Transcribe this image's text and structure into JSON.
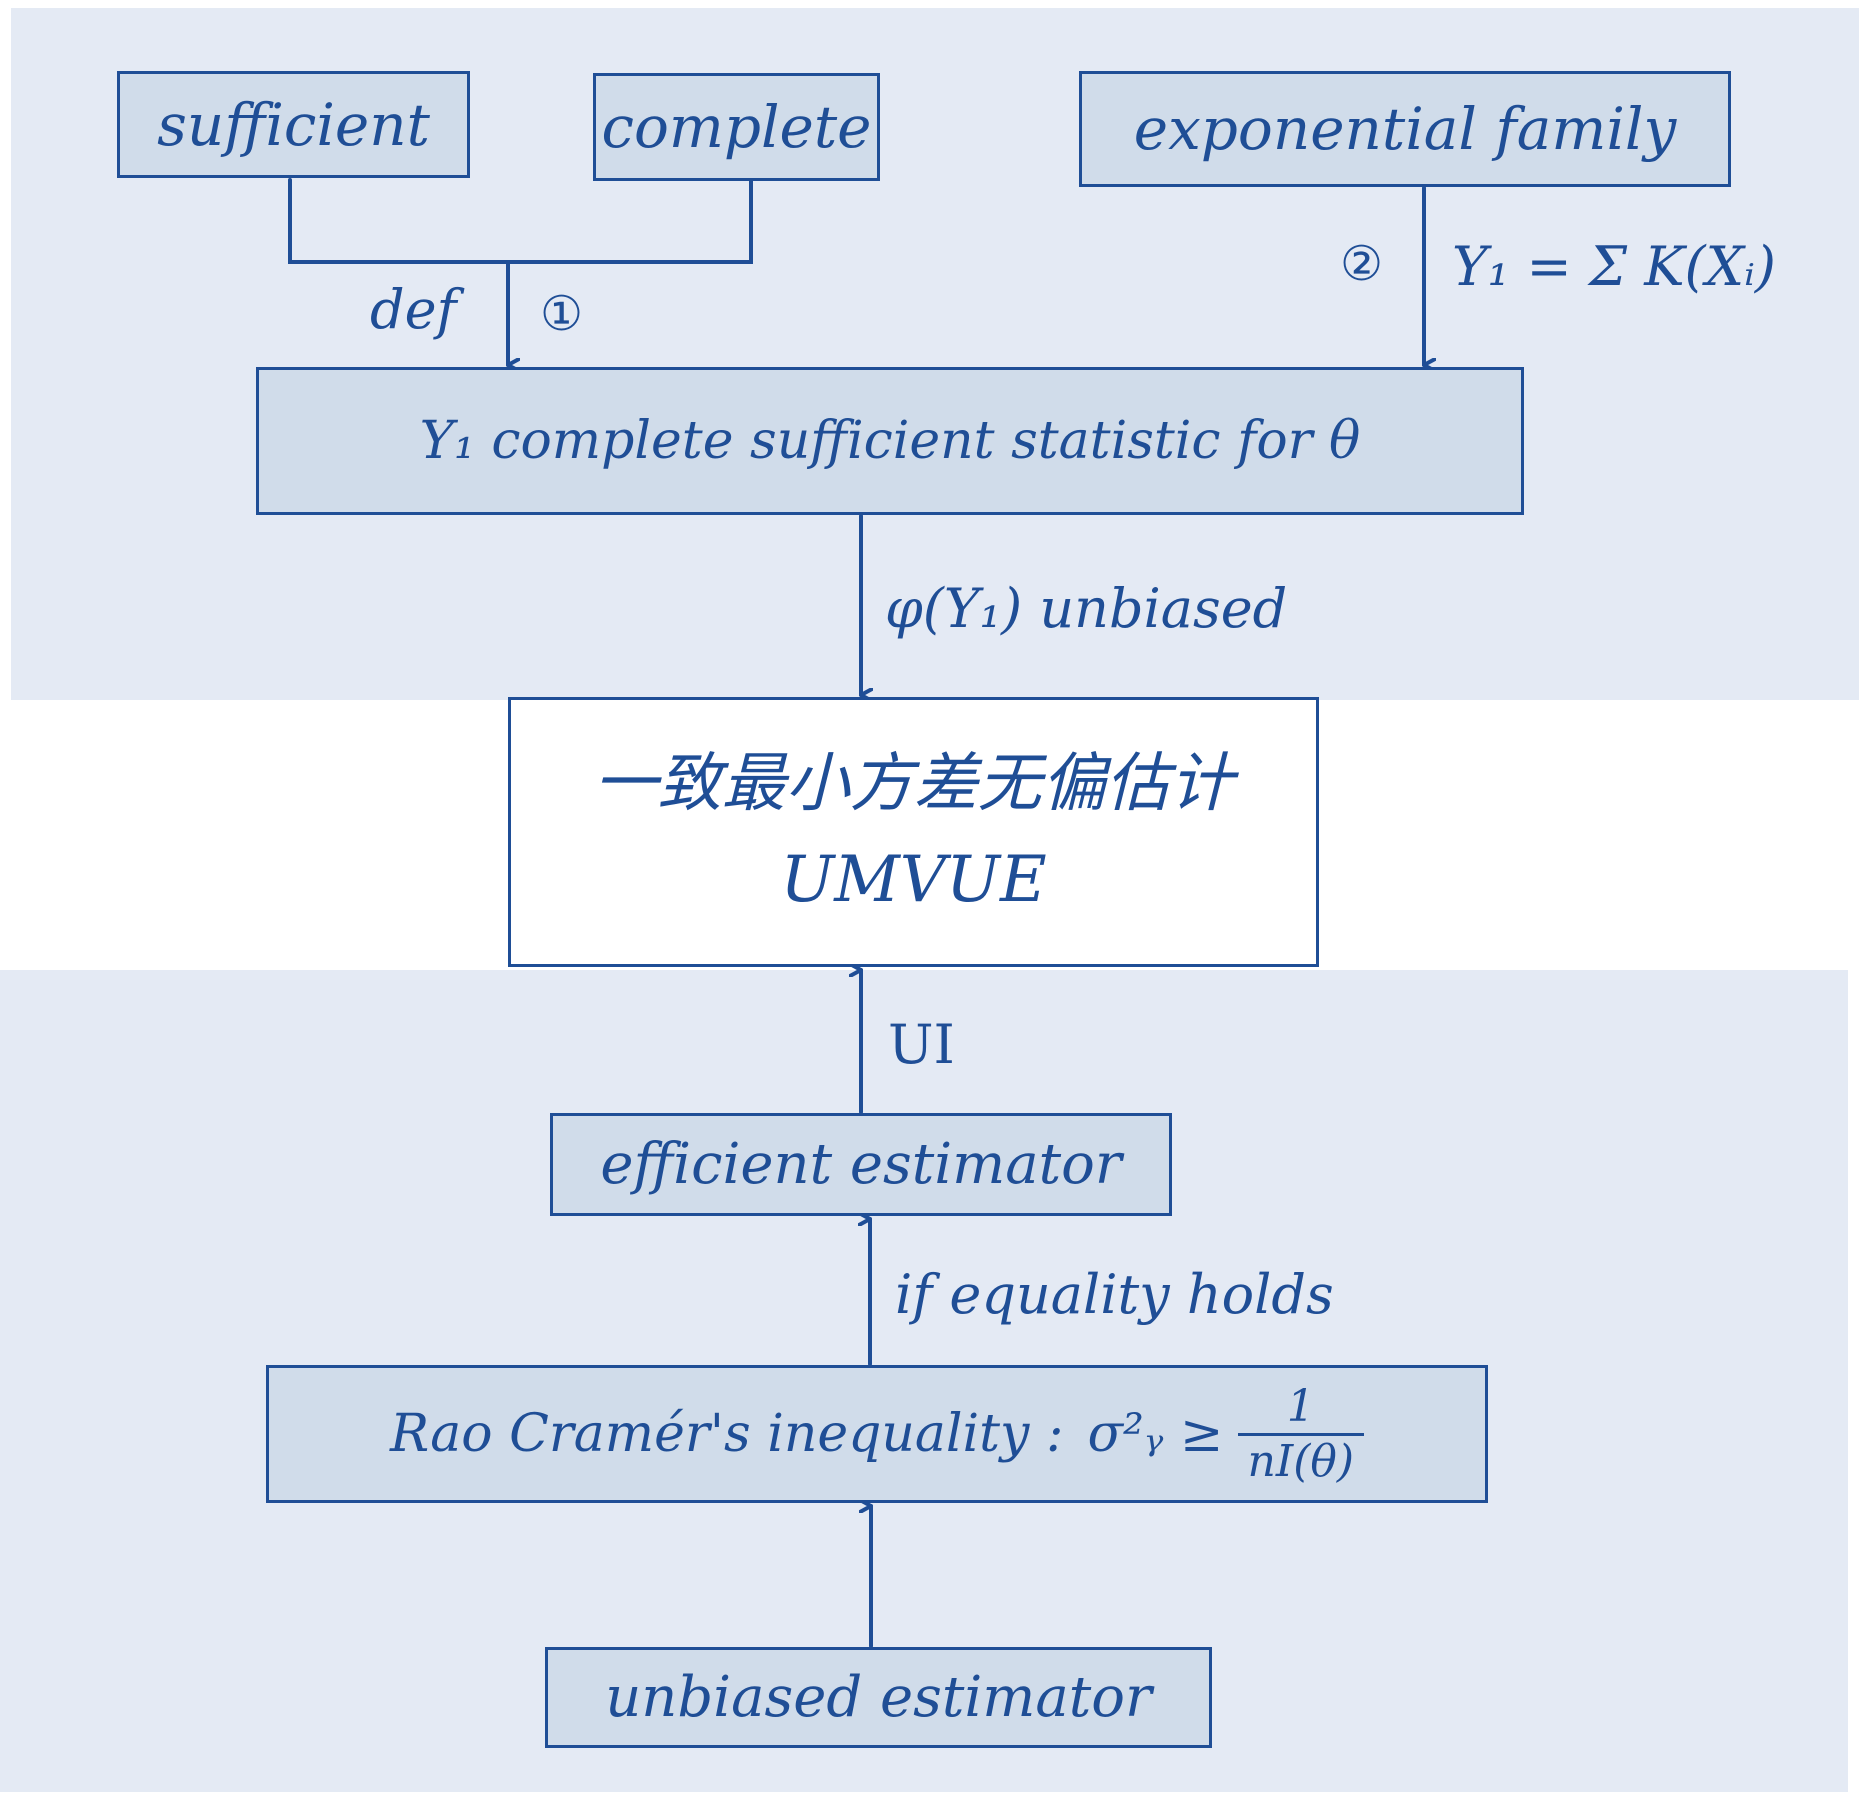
{
  "colors": {
    "ink": "#1f4e96",
    "panel_background": "#e4eaf4",
    "box_fill": "#d0dcea",
    "page_background": "#ffffff"
  },
  "boxes": {
    "sufficient": "sufficient",
    "complete": "complete",
    "exponential_family": "exponential family",
    "y1_statistic": "Y₁ complete sufficient statistic for θ",
    "umvue": {
      "chinese": "一致最小方差无偏估计",
      "abbr": "UMVUE"
    },
    "efficient_estimator": "efficient estimator",
    "rao_cramer": {
      "text": "Rao Cramér's inequality :",
      "lhs": "σ²ᵧ ≥",
      "numerator": "1",
      "denominator": "nI(θ)"
    },
    "unbiased_estimator": "unbiased estimator"
  },
  "edge_labels": {
    "def": "def",
    "step1": "①",
    "step2": "②",
    "y1_sum": "Y₁ = Σ K(Xᵢ)",
    "g_unbiased": "φ(Y₁) unbiased",
    "ui": "UI",
    "equality": "if equality holds"
  }
}
